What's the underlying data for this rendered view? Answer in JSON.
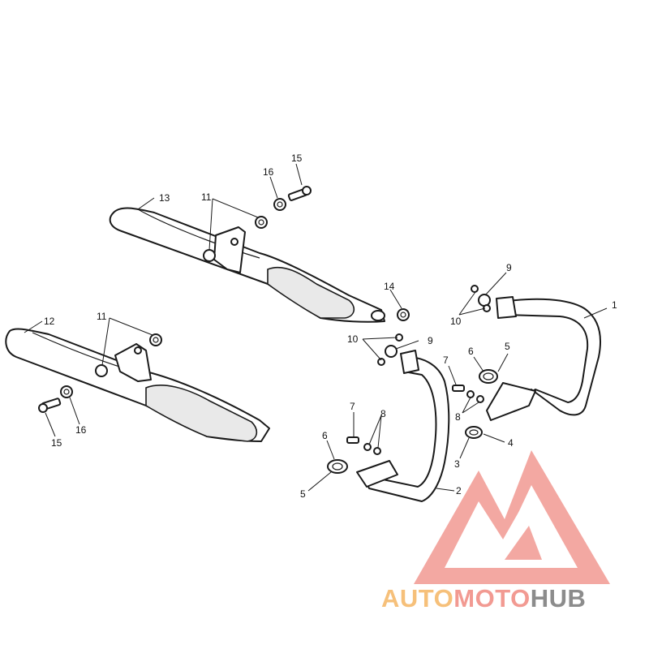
{
  "callouts": [
    {
      "id": "1",
      "text": "1"
    },
    {
      "id": "2",
      "text": "2"
    },
    {
      "id": "3",
      "text": "3"
    },
    {
      "id": "4",
      "text": "4"
    },
    {
      "id": "5a",
      "text": "5"
    },
    {
      "id": "5b",
      "text": "5"
    },
    {
      "id": "6a",
      "text": "6"
    },
    {
      "id": "6b",
      "text": "6"
    },
    {
      "id": "7a",
      "text": "7"
    },
    {
      "id": "7b",
      "text": "7"
    },
    {
      "id": "8a",
      "text": "8"
    },
    {
      "id": "8b",
      "text": "8"
    },
    {
      "id": "9a",
      "text": "9"
    },
    {
      "id": "9b",
      "text": "9"
    },
    {
      "id": "10a",
      "text": "10"
    },
    {
      "id": "10b",
      "text": "10"
    },
    {
      "id": "11a",
      "text": "11"
    },
    {
      "id": "11b",
      "text": "11"
    },
    {
      "id": "12",
      "text": "12"
    },
    {
      "id": "13",
      "text": "13"
    },
    {
      "id": "14",
      "text": "14"
    },
    {
      "id": "15a",
      "text": "15"
    },
    {
      "id": "15b",
      "text": "15"
    },
    {
      "id": "16a",
      "text": "16"
    },
    {
      "id": "16b",
      "text": "16"
    }
  ],
  "watermark": {
    "word_1": "AUTO",
    "word_2": "MOTO",
    "word_3": "HUB",
    "colors": {
      "auto": "#f6c07a",
      "moto": "#f29a92",
      "hub": "#8c8c8c",
      "logo": "#f29a92"
    }
  }
}
